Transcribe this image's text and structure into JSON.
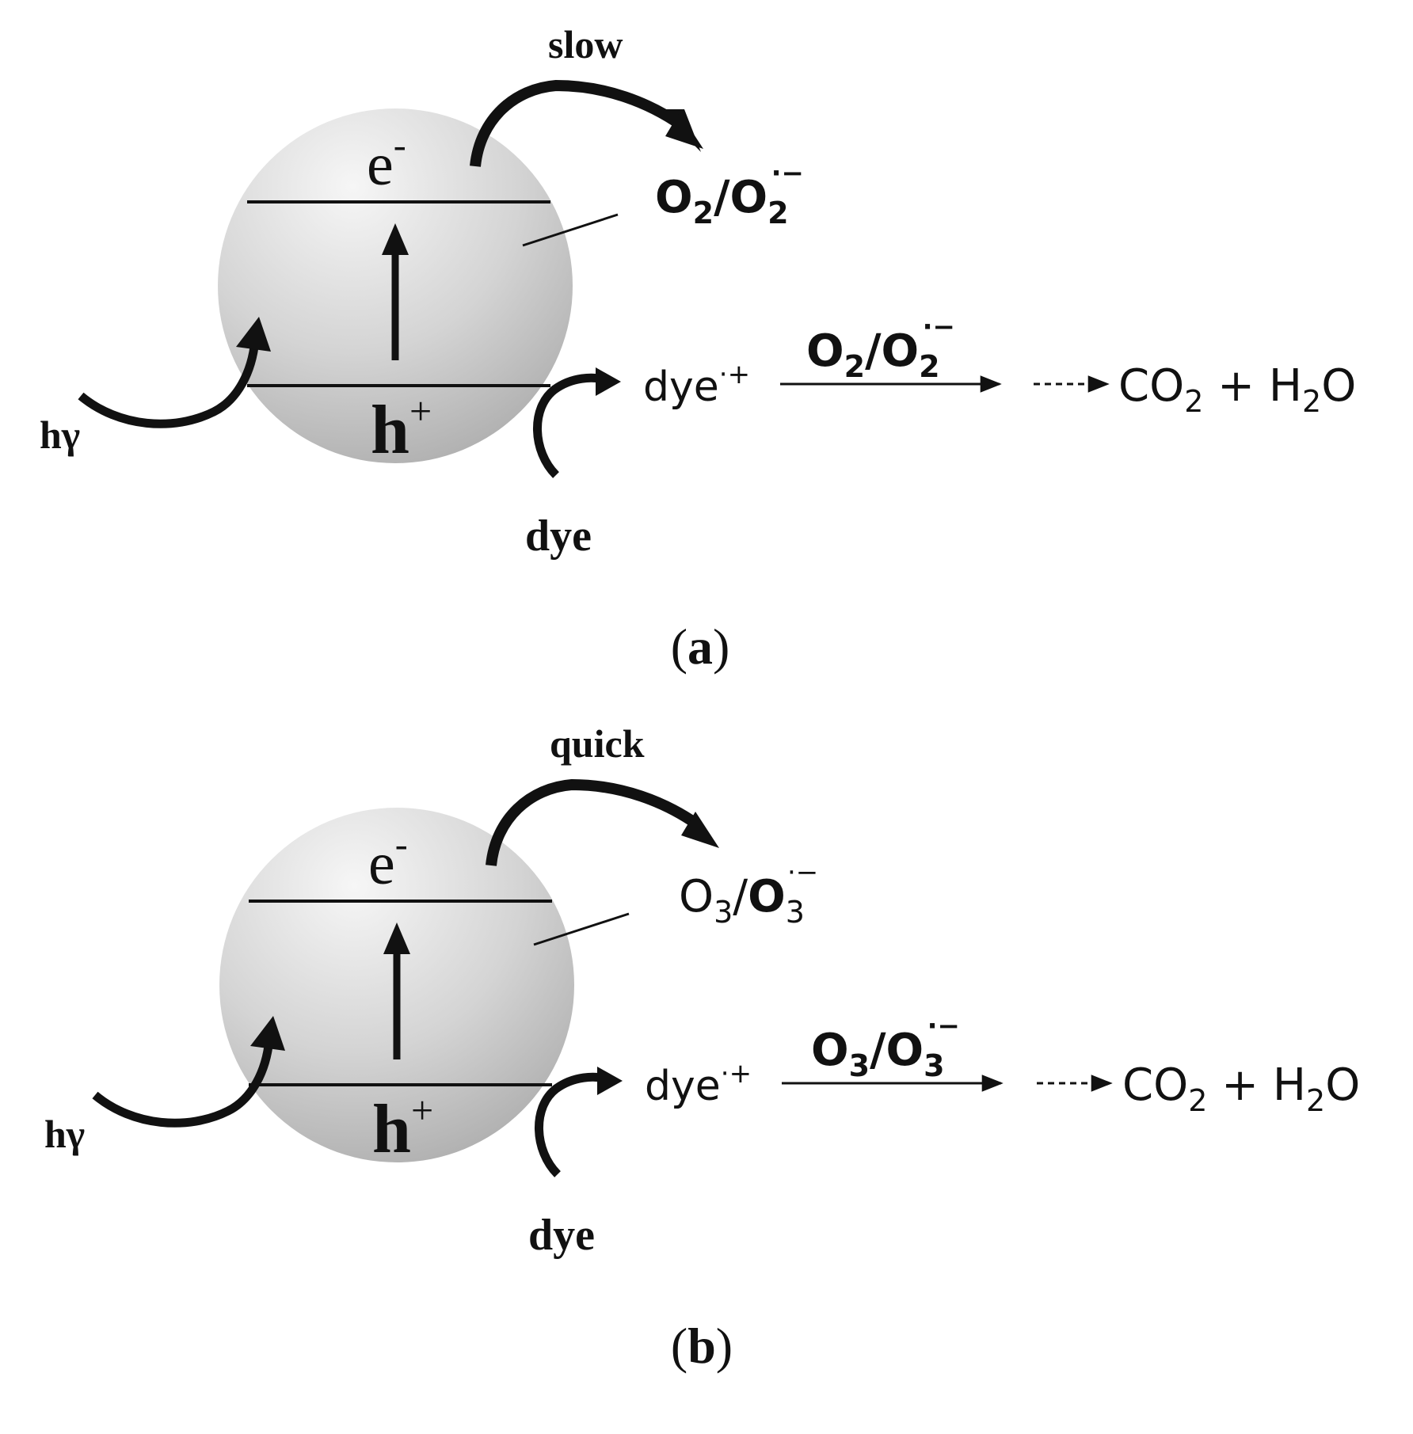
{
  "panels": [
    {
      "id": "a",
      "rate_label": "slow",
      "electron_label": "e",
      "electron_sup": "-",
      "hole_label": "h",
      "hole_sup": "+",
      "light_label": "hγ",
      "dye_label": "dye",
      "oxidant_base_1": "O",
      "oxidant_sub_1": "2",
      "oxidant_slash": "/",
      "oxidant_base_2": "O",
      "oxidant_sub_2": "2",
      "oxidant_sup_2": "·−",
      "radical_text": "dye",
      "radical_sup": "·+",
      "product_co2_base": "CO",
      "product_co2_sub": "2",
      "product_plus": " + ",
      "product_h2o_base": "H",
      "product_h2o_sub": "2",
      "product_h2o_tail": "O",
      "panel_label": "(a)"
    },
    {
      "id": "b",
      "rate_label": "quick",
      "electron_label": "e",
      "electron_sup": "-",
      "hole_label": "h",
      "hole_sup": "+",
      "light_label": "hγ",
      "dye_label": "dye",
      "oxidant_base_1": "O",
      "oxidant_sub_1": "3",
      "oxidant_slash": "/",
      "oxidant_base_2": "O",
      "oxidant_sub_2": "3",
      "oxidant_sup_2": "·−",
      "radical_text": "dye",
      "radical_sup": "·+",
      "product_co2_base": "CO",
      "product_co2_sub": "2",
      "product_plus": " + ",
      "product_h2o_base": "H",
      "product_h2o_sub": "2",
      "product_h2o_tail": "O",
      "panel_label": "(b)"
    }
  ],
  "colors": {
    "ink": "#111111",
    "sphere_light": "#f3f3f3",
    "sphere_dark": "#b9b9b9",
    "background": "#ffffff"
  }
}
